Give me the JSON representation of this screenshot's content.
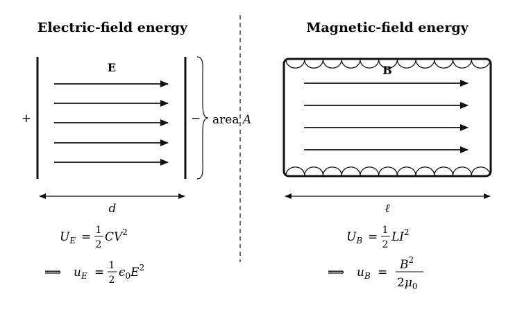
{
  "electric": {
    "title": "Electric-field energy",
    "field_label": "E",
    "plus": "+",
    "minus": "−",
    "area_word": "area",
    "area_var": "A",
    "gap_var": "d",
    "eq1": {
      "lhs_var": "U",
      "lhs_sub": "E",
      "eq": "=",
      "num": "1",
      "den": "2",
      "rhs_var": "CV",
      "rhs_sup": "2"
    },
    "eq2": {
      "implies": "⟹",
      "lhs_var": "u",
      "lhs_sub": "E",
      "eq": "=",
      "num": "1",
      "den": "2",
      "rhs_eps": "ϵ",
      "rhs_eps_sub": "0",
      "rhs_var": "E",
      "rhs_sup": "2"
    }
  },
  "magnetic": {
    "title": "Magnetic-field energy",
    "field_label": "B",
    "length_var": "ℓ",
    "eq1": {
      "lhs_var": "U",
      "lhs_sub": "B",
      "eq": "=",
      "num": "1",
      "den": "2",
      "rhs_var": "LI",
      "rhs_sup": "2"
    },
    "eq2": {
      "implies": "⟹",
      "lhs_var": "u",
      "lhs_sub": "B",
      "eq": "=",
      "num_var": "B",
      "num_sup": "2",
      "den_coef": "2",
      "den_var": "μ",
      "den_sub": "0"
    }
  }
}
